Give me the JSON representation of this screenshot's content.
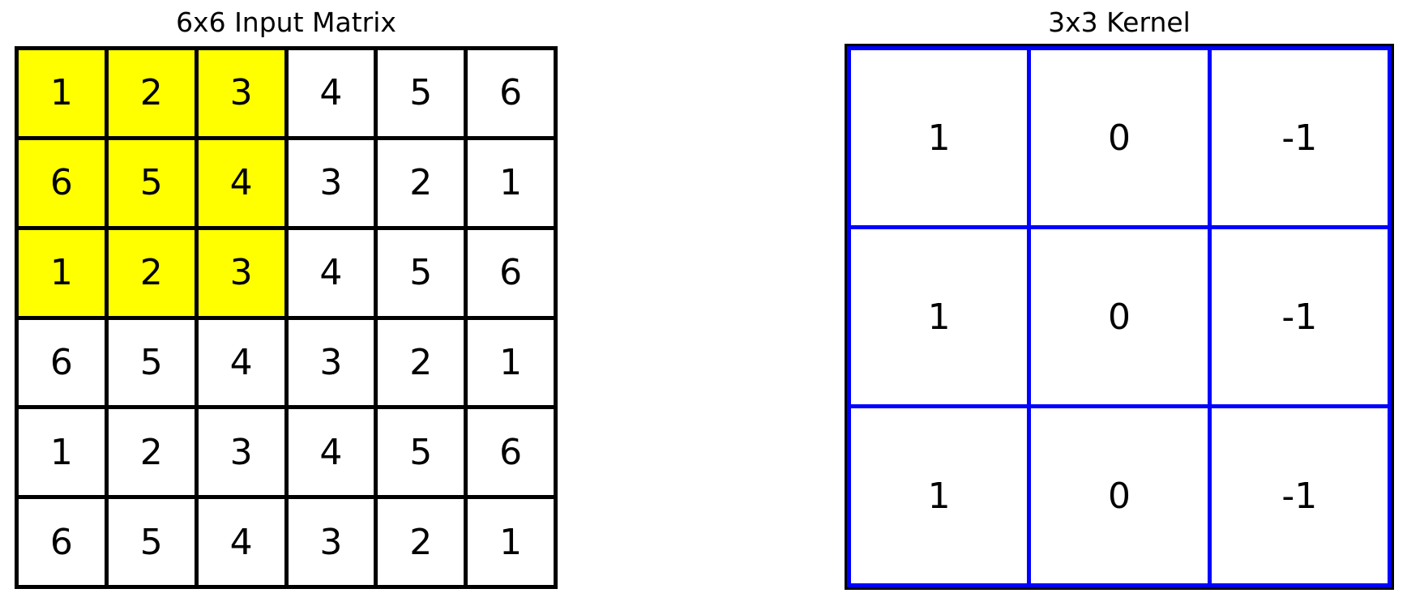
{
  "figure": {
    "background_color": "#ffffff",
    "text_color": "#000000"
  },
  "input_matrix": {
    "title": "6x6 Input Matrix",
    "rows": 6,
    "cols": 6,
    "values": [
      [
        1,
        2,
        3,
        4,
        5,
        6
      ],
      [
        6,
        5,
        4,
        3,
        2,
        1
      ],
      [
        1,
        2,
        3,
        4,
        5,
        6
      ],
      [
        6,
        5,
        4,
        3,
        2,
        1
      ],
      [
        1,
        2,
        3,
        4,
        5,
        6
      ],
      [
        6,
        5,
        4,
        3,
        2,
        1
      ]
    ],
    "line_color": "#000000",
    "cell_color": "#ffffff",
    "highlight": {
      "row_start": 0,
      "row_end": 2,
      "col_start": 0,
      "col_end": 2,
      "color": "#ffff00"
    }
  },
  "kernel": {
    "title": "3x3 Kernel",
    "rows": 3,
    "cols": 3,
    "values": [
      [
        1,
        0,
        -1
      ],
      [
        1,
        0,
        -1
      ],
      [
        1,
        0,
        -1
      ]
    ],
    "line_color": "#0000ff",
    "cell_color": "#ffffff",
    "outer_border_color": "#000000"
  }
}
